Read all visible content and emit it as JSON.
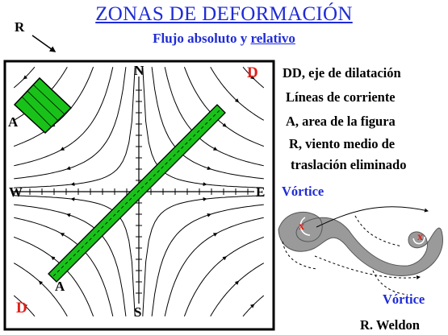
{
  "title": "ZONAS DE DEFORMACIÓN",
  "subtitle": {
    "prefix": "Flujo absoluto y ",
    "emph": "relativo"
  },
  "wind_label": "R",
  "compass": {
    "north": "N",
    "south": "S",
    "east": "E",
    "west": "W"
  },
  "dilatation_labels": {
    "top": "D",
    "bottom": "D"
  },
  "area_labels": {
    "top": "A",
    "bottom": "A"
  },
  "legend": [
    "DD, eje de dilatación",
    "Líneas de corriente",
    "A, area de la figura",
    "R, viento medio de",
    "traslación eliminado"
  ],
  "vortex_labels": {
    "upper": "Vórtice",
    "lower": "Vórtice"
  },
  "vortex_center_mark": "x",
  "author": "R. Weldon",
  "colors": {
    "title_blue": "#1f2bd6",
    "d_red": "#e0201a",
    "figure_green": "#19c219",
    "vortex_gray": "#9a9a9a"
  }
}
